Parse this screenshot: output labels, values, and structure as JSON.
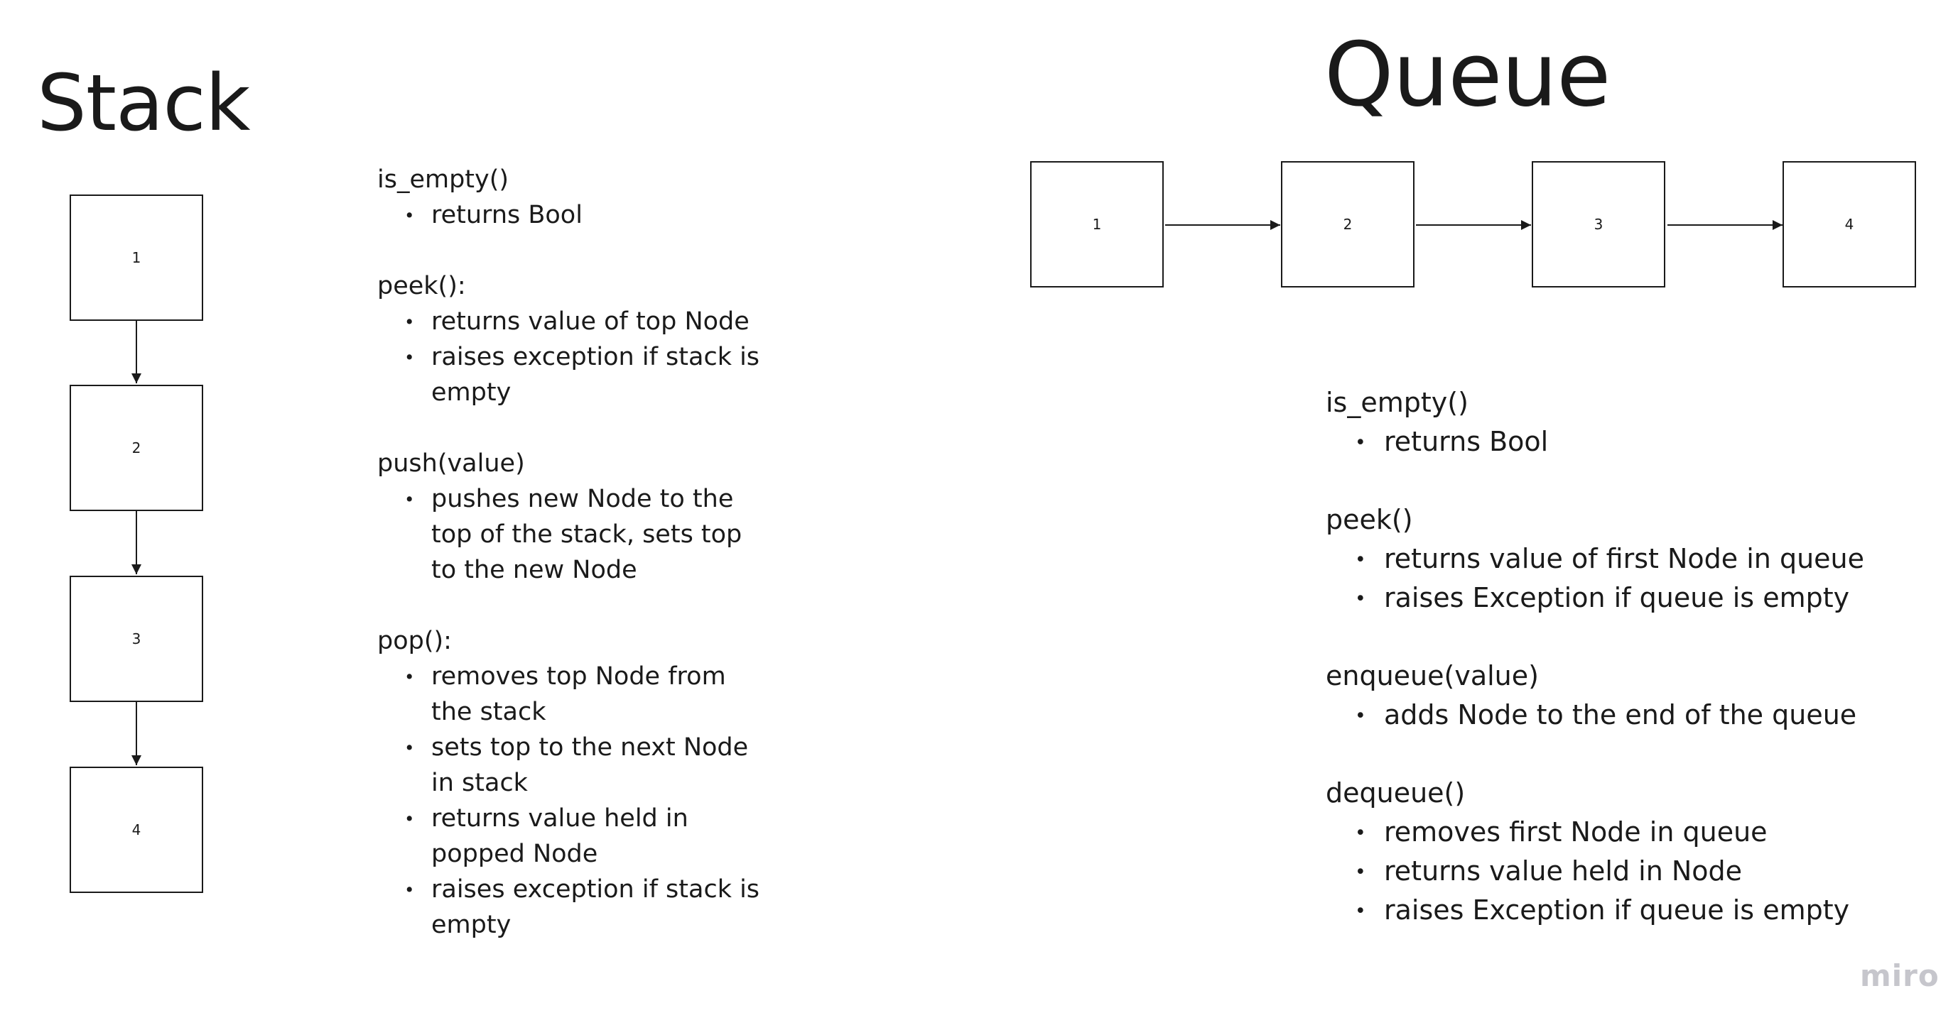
{
  "stack": {
    "title": "Stack",
    "nodes": [
      "1",
      "2",
      "3",
      "4"
    ],
    "methods": [
      {
        "name": "is_empty()",
        "bullets": [
          "returns Bool"
        ]
      },
      {
        "name": "peek():",
        "bullets": [
          "returns value of top Node",
          "raises exception if stack is empty"
        ]
      },
      {
        "name": "push(value)",
        "bullets": [
          "pushes new Node to the top of the stack, sets top to the new Node"
        ]
      },
      {
        "name": "pop():",
        "bullets": [
          "removes top Node from the stack",
          "sets top to the next Node in stack",
          "returns value held in popped Node",
          "raises exception if stack is empty"
        ]
      }
    ]
  },
  "queue": {
    "title": "Queue",
    "nodes": [
      "1",
      "2",
      "3",
      "4"
    ],
    "methods": [
      {
        "name": "is_empty()",
        "bullets": [
          "returns Bool"
        ]
      },
      {
        "name": "peek()",
        "bullets": [
          "returns value of first Node in queue",
          "raises Exception if queue is empty"
        ]
      },
      {
        "name": "enqueue(value)",
        "bullets": [
          "adds Node to the end of the queue"
        ]
      },
      {
        "name": "dequeue()",
        "bullets": [
          "removes first Node in queue",
          "returns value held in Node",
          "raises Exception if queue is empty"
        ]
      }
    ]
  },
  "watermark": "miro"
}
